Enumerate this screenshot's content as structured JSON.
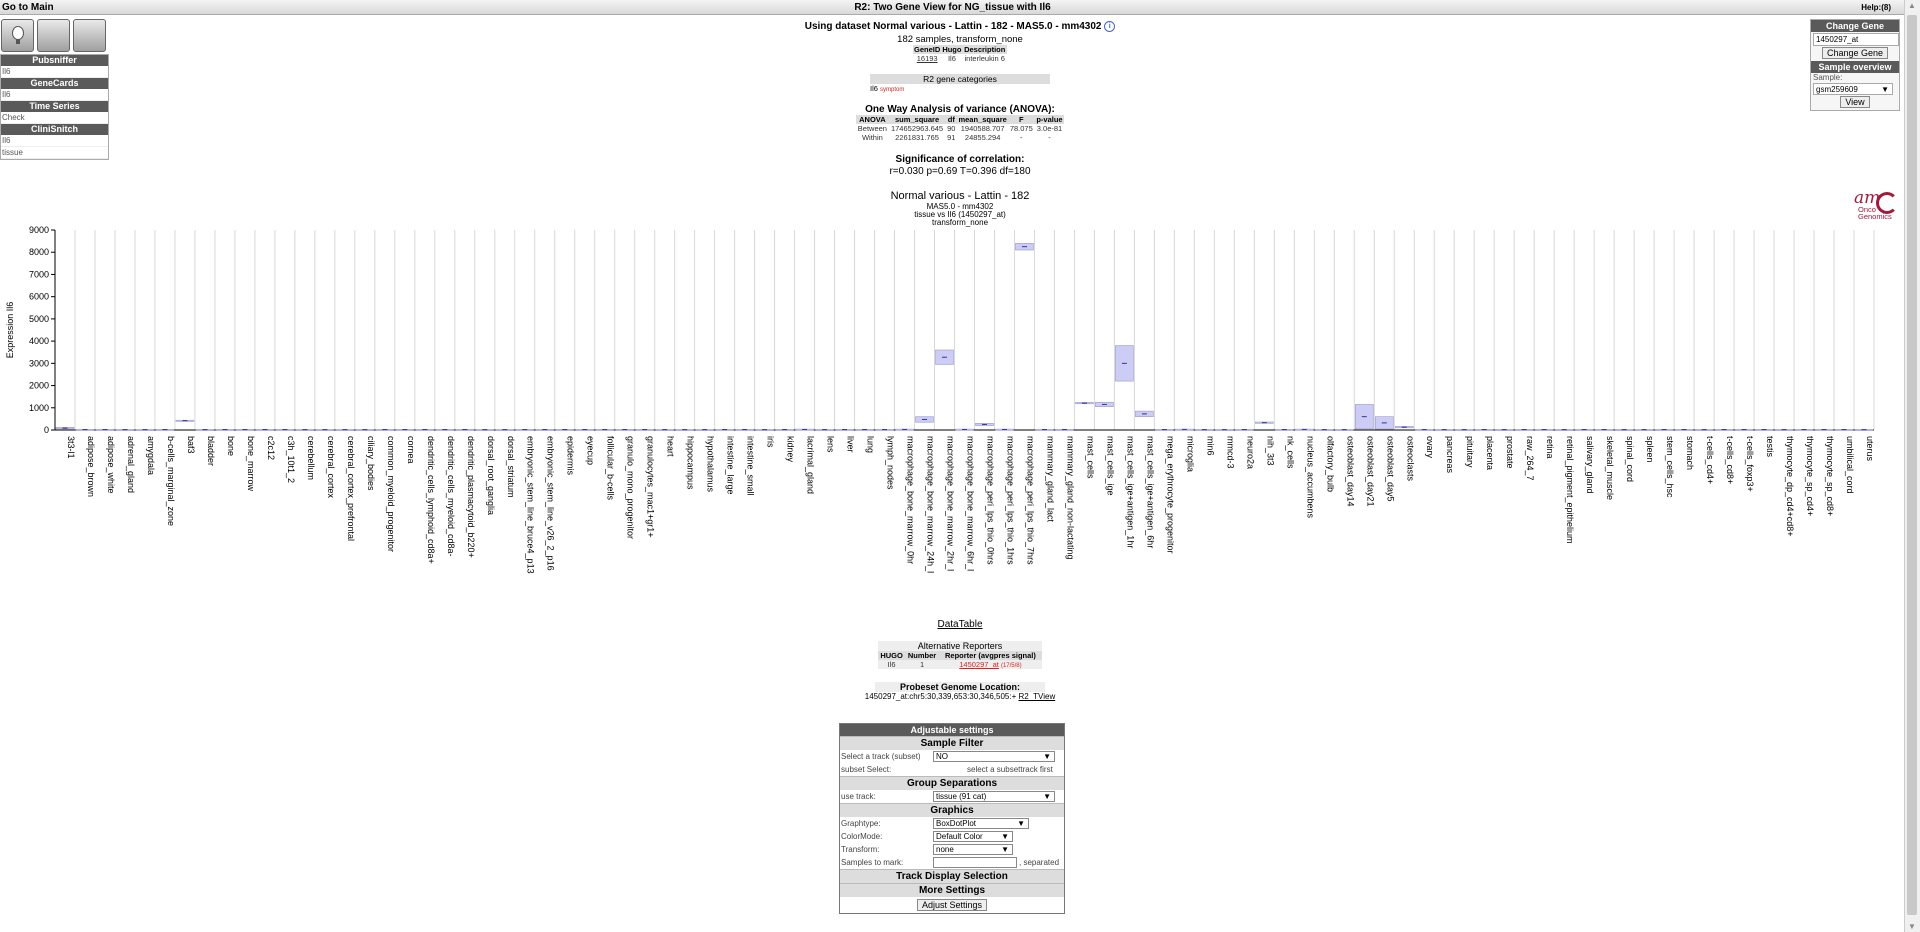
{
  "topbar": {
    "go_main": "Go to Main",
    "title": "R2: Two Gene View for NG_tissue with Il6",
    "help": "Help:(8)"
  },
  "leftpanel": {
    "pubsniffer": {
      "title": "Pubsniffer",
      "value": "Il6"
    },
    "genecards": {
      "title": "GeneCards",
      "value": "Il6"
    },
    "timeseries": {
      "title": "Time Series",
      "value": "Check"
    },
    "clinisnitch": {
      "title": "CliniSnitch",
      "line1": "Il6",
      "line2": "tissue"
    }
  },
  "rightpanel": {
    "change_gene_title": "Change Gene",
    "gene_value": "1450297_at",
    "change_gene_button": "Change Gene",
    "sample_overview_title": "Sample overview",
    "sample_label": "Sample:",
    "sample_value": "gsm259609",
    "view_button": "View"
  },
  "header": {
    "dataset": "Using dataset Normal various - Lattin - 182 - MAS5.0 - mm4302",
    "info": "i",
    "samples": "182 samples, transform_none",
    "gene_table": {
      "h1": "GeneID",
      "h2": "Hugo",
      "h3": "Description",
      "id": "16193",
      "hugo": "Il6",
      "desc": "interleukin 6"
    },
    "categories_title": "R2 gene categories",
    "categories_value": "Il6",
    "categories_tag": "symptom"
  },
  "anova": {
    "title": "One Way Analysis of variance (ANOVA):",
    "headers": [
      "ANOVA",
      "sum_square",
      "df",
      "mean_square",
      "F",
      "p-value"
    ],
    "rows": [
      [
        "Between",
        "174652963.645",
        "90",
        "1940588.707",
        "78.075",
        "3.0e-81"
      ],
      [
        "Within",
        "2261831.765",
        "91",
        "24855.294",
        "-",
        "-"
      ]
    ]
  },
  "correlation": {
    "title": "Significance of correlation:",
    "text": "r=0.030 p=0.69 T=0.396 df=180"
  },
  "plot_header": {
    "title": "Normal various  - Lattin - 182",
    "l1": "MAS5.0 - mm4302",
    "l2": "tissue vs Il6 (1450297_at)",
    "l3": "transform_none"
  },
  "logo": {
    "line1": "Onco",
    "line2": "Genomics"
  },
  "chart_data": {
    "type": "box",
    "ylabel": "Expression Il6",
    "ylim": [
      0,
      9000
    ],
    "yticks": [
      0,
      1000,
      2000,
      3000,
      4000,
      5000,
      6000,
      7000,
      8000,
      9000
    ],
    "categories": [
      "3t3-l1",
      "adipose_brown",
      "adipose_white",
      "adrenal_gland",
      "amygdala",
      "b-cells_marginal_zone",
      "baf3",
      "bladder",
      "bone",
      "bone_marrow",
      "c2c12",
      "c3h_10t1_2",
      "cerebellum",
      "cerebral_cortex",
      "cerebral_cortex_prefrontal",
      "ciliary_bodies",
      "common_myeloid_progenitor",
      "cornea",
      "dendritic_cells_lymphoid_cd8a+",
      "dendritic_cells_myeloid_cd8a-",
      "dendritic_plasmacytoid_b220+",
      "dorsal_root_ganglia",
      "dorsal_striatum",
      "embryonic_stem_line_bruce4_p13",
      "embryonic_stem_line_v26_2_p16",
      "epidermis",
      "eyecup",
      "follicular_b-cells",
      "granulo_mono_progenitor",
      "granulocytes_mac1+gr1+",
      "heart",
      "hippocampus",
      "hypothalamus",
      "intestine_large",
      "intestine_small",
      "iris",
      "kidney",
      "lacrimal_gland",
      "lens",
      "liver",
      "lung",
      "lymph_nodes",
      "macrophage_bone_marrow_0hr",
      "macrophage_bone_marrow_24h_l",
      "macrophage_bone_marrow_2hr_l",
      "macrophage_bone_marrow_6hr_l",
      "macrophage_peri_lps_thio_0hrs",
      "macrophage_peri_lps_thio_1hrs",
      "macrophage_peri_lps_thio_7hrs",
      "mammary_gland_lact",
      "mammary_gland_non-lactating",
      "mast_cells",
      "mast_cells_ige",
      "mast_cells_ige+antigen_1hr",
      "mast_cells_ige+antigen_6hr",
      "mega_erythrocyte_progenitor",
      "microglia",
      "min6",
      "mmcd-3",
      "neuro2a",
      "nih_3t3",
      "nk_cells",
      "nucleus_accumbens",
      "olfactory_bulb",
      "osteoblast_day14",
      "osteoblast_day21",
      "osteoblast_day5",
      "osteoclasts",
      "ovary",
      "pancreas",
      "pituitary",
      "placenta",
      "prostate",
      "raw_264_7",
      "retina",
      "retinal_pigment_epithelium",
      "salivary_gland",
      "skeletal_muscle",
      "spinal_cord",
      "spleen",
      "stem_cells_hsc",
      "stomach",
      "t-cells_cd4+",
      "t-cells_cd8+",
      "t-cells_foxp3+",
      "testis",
      "thymocyte_dp_cd4+cd8+",
      "thymocyte_sp_cd4+",
      "thymocyte_sp_cd8+",
      "umbilical_cord",
      "uterus"
    ],
    "boxes": [
      {
        "lo": 50,
        "hi": 120
      },
      {
        "lo": 10,
        "hi": 30
      },
      {
        "lo": 10,
        "hi": 30
      },
      {
        "lo": 10,
        "hi": 25
      },
      {
        "lo": 10,
        "hi": 25
      },
      {
        "lo": 10,
        "hi": 30
      },
      {
        "lo": 400,
        "hi": 440
      },
      {
        "lo": 10,
        "hi": 25
      },
      {
        "lo": 10,
        "hi": 30
      },
      {
        "lo": 10,
        "hi": 30
      },
      {
        "lo": 10,
        "hi": 30
      },
      {
        "lo": 10,
        "hi": 30
      },
      {
        "lo": 10,
        "hi": 25
      },
      {
        "lo": 10,
        "hi": 25
      },
      {
        "lo": 10,
        "hi": 25
      },
      {
        "lo": 10,
        "hi": 25
      },
      {
        "lo": 10,
        "hi": 30
      },
      {
        "lo": 10,
        "hi": 30
      },
      {
        "lo": 10,
        "hi": 30
      },
      {
        "lo": 10,
        "hi": 30
      },
      {
        "lo": 10,
        "hi": 30
      },
      {
        "lo": 10,
        "hi": 25
      },
      {
        "lo": 10,
        "hi": 25
      },
      {
        "lo": 10,
        "hi": 30
      },
      {
        "lo": 10,
        "hi": 30
      },
      {
        "lo": 10,
        "hi": 30
      },
      {
        "lo": 10,
        "hi": 30
      },
      {
        "lo": 10,
        "hi": 30
      },
      {
        "lo": 10,
        "hi": 30
      },
      {
        "lo": 10,
        "hi": 30
      },
      {
        "lo": 10,
        "hi": 25
      },
      {
        "lo": 10,
        "hi": 25
      },
      {
        "lo": 10,
        "hi": 25
      },
      {
        "lo": 10,
        "hi": 30
      },
      {
        "lo": 10,
        "hi": 30
      },
      {
        "lo": 10,
        "hi": 25
      },
      {
        "lo": 10,
        "hi": 30
      },
      {
        "lo": 10,
        "hi": 40
      },
      {
        "lo": 10,
        "hi": 25
      },
      {
        "lo": 10,
        "hi": 30
      },
      {
        "lo": 10,
        "hi": 30
      },
      {
        "lo": 10,
        "hi": 30
      },
      {
        "lo": 10,
        "hi": 40
      },
      {
        "lo": 350,
        "hi": 600
      },
      {
        "lo": 2950,
        "hi": 3600
      },
      {
        "lo": 10,
        "hi": 40
      },
      {
        "lo": 200,
        "hi": 300
      },
      {
        "lo": 10,
        "hi": 40
      },
      {
        "lo": 8100,
        "hi": 8400
      },
      {
        "lo": 10,
        "hi": 30
      },
      {
        "lo": 10,
        "hi": 30
      },
      {
        "lo": 1180,
        "hi": 1240
      },
      {
        "lo": 1050,
        "hi": 1250
      },
      {
        "lo": 2200,
        "hi": 3800
      },
      {
        "lo": 600,
        "hi": 850
      },
      {
        "lo": 10,
        "hi": 30
      },
      {
        "lo": 10,
        "hi": 40
      },
      {
        "lo": 10,
        "hi": 25
      },
      {
        "lo": 10,
        "hi": 25
      },
      {
        "lo": 10,
        "hi": 30
      },
      {
        "lo": 300,
        "hi": 360
      },
      {
        "lo": 10,
        "hi": 30
      },
      {
        "lo": 10,
        "hi": 40
      },
      {
        "lo": 10,
        "hi": 25
      },
      {
        "lo": 10,
        "hi": 25
      },
      {
        "lo": 50,
        "hi": 1150
      },
      {
        "lo": 40,
        "hi": 600
      },
      {
        "lo": 100,
        "hi": 160
      },
      {
        "lo": 10,
        "hi": 30
      },
      {
        "lo": 10,
        "hi": 25
      },
      {
        "lo": 10,
        "hi": 25
      },
      {
        "lo": 10,
        "hi": 30
      },
      {
        "lo": 10,
        "hi": 25
      },
      {
        "lo": 10,
        "hi": 30
      },
      {
        "lo": 10,
        "hi": 30
      },
      {
        "lo": 10,
        "hi": 25
      },
      {
        "lo": 10,
        "hi": 30
      },
      {
        "lo": 10,
        "hi": 30
      },
      {
        "lo": 10,
        "hi": 25
      },
      {
        "lo": 10,
        "hi": 25
      },
      {
        "lo": 10,
        "hi": 30
      },
      {
        "lo": 10,
        "hi": 30
      },
      {
        "lo": 10,
        "hi": 25
      },
      {
        "lo": 10,
        "hi": 30
      },
      {
        "lo": 10,
        "hi": 30
      },
      {
        "lo": 10,
        "hi": 30
      },
      {
        "lo": 10,
        "hi": 25
      },
      {
        "lo": 10,
        "hi": 30
      },
      {
        "lo": 10,
        "hi": 30
      },
      {
        "lo": 10,
        "hi": 30
      },
      {
        "lo": 10,
        "hi": 25
      }
    ],
    "box_color": "#ccccf4",
    "median_color": "#333399"
  },
  "below_plot": {
    "datatable": "DataTable",
    "alt_title": "Alternative Reporters",
    "alt_headers": [
      "HUGO",
      "Number",
      "Reporter (avgpres signal)"
    ],
    "alt_row": [
      "Il6",
      "1",
      "1450297_at",
      "(17/5/8)"
    ],
    "genome_title": "Probeset Genome Location:",
    "genome_text": "1450297_at:chr5:30,339,653:30,346,505:+",
    "genome_link": "R2_TView"
  },
  "settings": {
    "title": "Adjustable settings",
    "sample_filter": "Sample Filter",
    "track_label": "Select a track (subset)",
    "track_value": "NO",
    "subset_label": "subset Select:",
    "subset_note": "select a subsettrack first",
    "group_sep": "Group Separations",
    "use_track_label": "use track:",
    "use_track_value": "tissue (91 cat)",
    "graphics": "Graphics",
    "graphtype_label": "Graphtype:",
    "graphtype_value": "BoxDotPlot",
    "colormode_label": "ColorMode:",
    "colormode_value": "Default Color",
    "transform_label": "Transform:",
    "transform_value": "none",
    "mark_label": "Samples to mark:",
    "mark_note": ", separated",
    "track_display": "Track Display Selection",
    "more": "More Settings",
    "adjust_button": "Adjust Settings"
  }
}
